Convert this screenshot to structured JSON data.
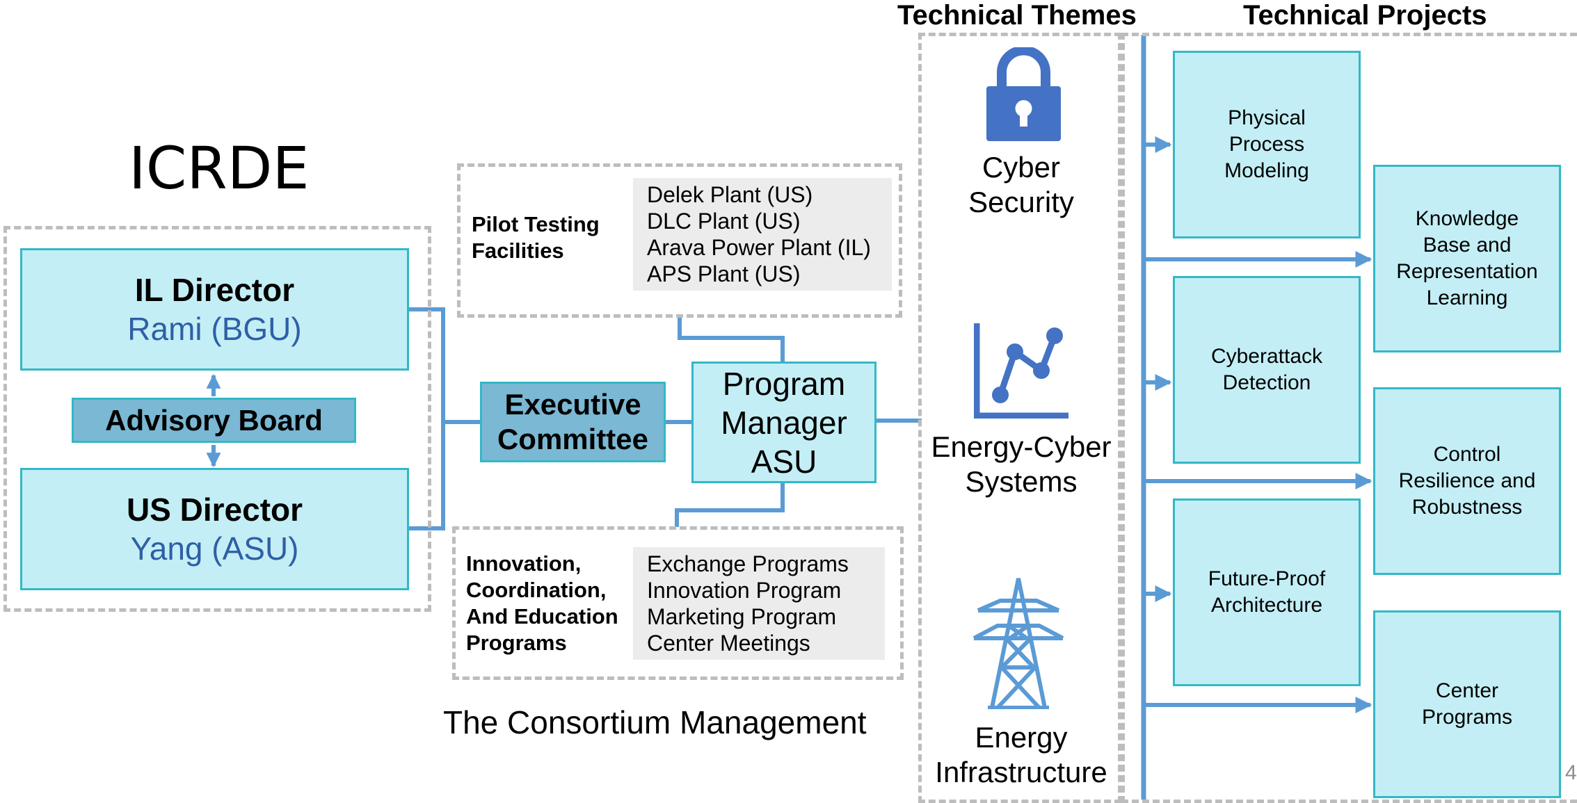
{
  "title": "ICRDE",
  "directors": {
    "il": {
      "role": "IL Director",
      "name": "Rami (BGU)"
    },
    "us": {
      "role": "US Director",
      "name": "Yang (ASU)"
    }
  },
  "advisory_board": "Advisory Board",
  "executive_committee": [
    "Executive",
    "Committee"
  ],
  "program_manager": [
    "Program",
    "Manager",
    "ASU"
  ],
  "pilot": {
    "label": [
      "Pilot Testing",
      "Facilities"
    ],
    "items": [
      "Delek Plant (US)",
      "DLC Plant (US)",
      "Arava Power Plant (IL)",
      "APS Plant (US)"
    ]
  },
  "innovation": {
    "label": [
      "Innovation,",
      "Coordination,",
      "And Education",
      "Programs"
    ],
    "items": [
      "Exchange Programs",
      "Innovation Program",
      "Marketing Program",
      "Center Meetings"
    ]
  },
  "consortium_caption": "The Consortium Management",
  "themes": {
    "header": "Technical Themes",
    "items": [
      {
        "label": [
          "Cyber",
          "Security"
        ],
        "icon": "padlock-icon"
      },
      {
        "label": [
          "Energy-Cyber",
          "Systems"
        ],
        "icon": "line-chart-icon"
      },
      {
        "label": [
          "Energy",
          "Infrastructure"
        ],
        "icon": "transmission-tower-icon"
      }
    ]
  },
  "projects": {
    "header": "Technical Projects",
    "left": [
      [
        "Physical",
        "Process",
        "Modeling"
      ],
      [
        "Cyberattack",
        "Detection"
      ],
      [
        "Future-Proof",
        "Architecture"
      ]
    ],
    "right": [
      [
        "Knowledge",
        "Base and",
        "Representation",
        "Learning"
      ],
      [
        "Control",
        "Resilience and",
        "Robustness"
      ],
      [
        "Center",
        "Programs"
      ]
    ]
  },
  "page_number": "4",
  "colors": {
    "box_fill": "#c3eef5",
    "box_border": "#33b8c6",
    "dark_box_fill": "#7ab8d3",
    "connector": "#5b9bd5",
    "icon": "#4472c4",
    "director_name": "#2e5fa6",
    "dashed_border": "#bdbdbd",
    "list_bg": "#ececec"
  }
}
